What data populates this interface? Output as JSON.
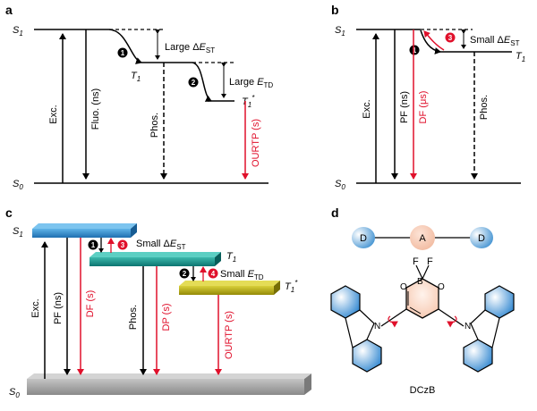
{
  "colors": {
    "red": "#e0102b",
    "black": "#000000",
    "s1_bar": "#2a86c8",
    "t1_bar": "#11908a",
    "t1star_bar": "#b8ad10",
    "s0_bar": "#9a9a9a",
    "acceptor": "#f5c6b0",
    "donor": "#3c8fd0"
  },
  "panel_a": {
    "letter": "a",
    "s1": "S",
    "s1_sub": "1",
    "s0": "S",
    "s0_sub": "0",
    "t1": "T",
    "t1_sub": "1",
    "t1star": "T",
    "t1star_sub": "1",
    "t1star_sup": "*",
    "badge1": "1",
    "badge2": "2",
    "large_dest_prefix": "Large Δ",
    "large_dest_e": "E",
    "large_dest_sub": "ST",
    "large_etd_prefix": "Large ",
    "large_etd_e": "E",
    "large_etd_sub": "TD",
    "exc": "Exc.",
    "fluo": "Fluo. (ns)",
    "phos": "Phos.",
    "ourtp": "OURTP (s)"
  },
  "panel_b": {
    "letter": "b",
    "s1": "S",
    "s1_sub": "1",
    "s0": "S",
    "s0_sub": "0",
    "t1": "T",
    "t1_sub": "1",
    "badge1": "1",
    "badge3": "3",
    "small_dest_prefix": "Small Δ",
    "small_dest_e": "E",
    "small_dest_sub": "ST",
    "exc": "Exc.",
    "pf": "PF (ns)",
    "df": "DF (μs)",
    "phos": "Phos."
  },
  "panel_c": {
    "letter": "c",
    "s1": "S",
    "s1_sub": "1",
    "s0": "S",
    "s0_sub": "0",
    "t1": "T",
    "t1_sub": "1",
    "t1star": "T",
    "t1star_sub": "1",
    "t1star_sup": "*",
    "badge1": "1",
    "badge2": "2",
    "badge3": "3",
    "badge4": "4",
    "small_dest_prefix": "Small Δ",
    "small_dest_e": "E",
    "small_dest_sub": "ST",
    "small_etd_prefix": "Small ",
    "small_etd_e": "E",
    "small_etd_sub": "TD",
    "exc": "Exc.",
    "pf": "PF (ns)",
    "df": "DF (s)",
    "phos": "Phos.",
    "dp": "DP (s)",
    "ourtp": "OURTP (s)"
  },
  "panel_d": {
    "letter": "d",
    "donor_left": "D",
    "acceptor": "A",
    "donor_right": "D",
    "fluorine_1": "F",
    "fluorine_2": "F",
    "boron": "B",
    "oxygen_1": "O",
    "oxygen_2": "O",
    "nitrogen_1": "N",
    "nitrogen_2": "N",
    "compound_name": "DCzB"
  }
}
